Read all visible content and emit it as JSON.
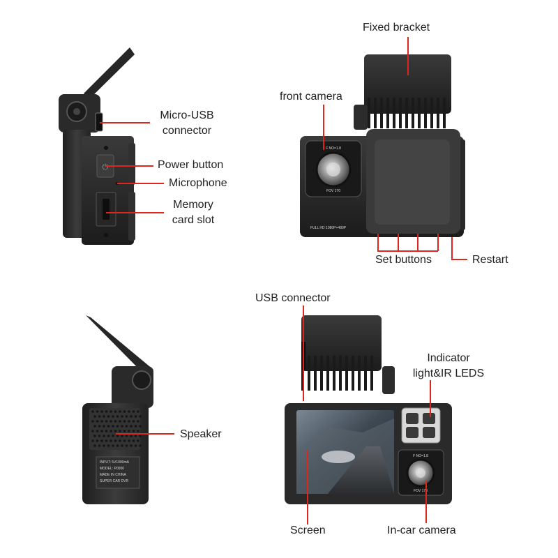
{
  "labels": {
    "micro_usb": "Micro-USB\nconnector",
    "power_button": "Power button",
    "microphone": "Microphone",
    "memory_card": "Memory\ncard slot",
    "fixed_bracket": "Fixed bracket",
    "front_camera": "front camera",
    "set_buttons": "Set buttons",
    "restart": "Restart",
    "speaker": "Speaker",
    "usb_connector": "USB connector",
    "indicator": "Indicator\nlight&IR LEDS",
    "screen": "Screen",
    "incar_camera": "In-car camera"
  },
  "device_text": {
    "front_lens_top": "F NO=1.8",
    "front_lens_bottom": "FOV 170",
    "front_body": "FULL HD 1080P+480P",
    "back_lens_top": "F NO=1.8",
    "back_lens_bottom": "FOV 170",
    "spec_plate": [
      "INPUT: 5V⁢1000mA",
      "MODEL: P0000",
      "MADE IN CHINA",
      "SUPER CAR DVR"
    ]
  },
  "colors": {
    "callout_line": "#e0261c",
    "device_dark": "#2b2b2b",
    "device_mid": "#4a4a4a",
    "label_text": "#222222"
  }
}
